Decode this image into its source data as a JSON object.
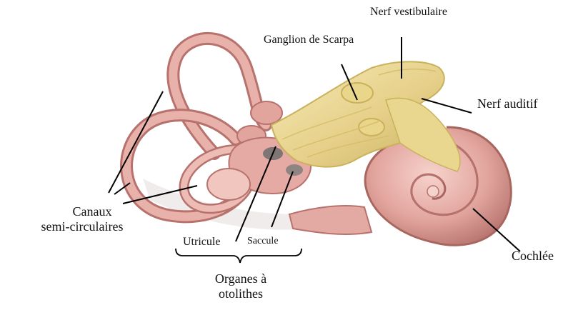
{
  "labels": {
    "nerf_vestibulaire": "Nerf  vestibulaire",
    "ganglion_scarpa": "Ganglion de Scarpa",
    "nerf_auditif": "Nerf auditif",
    "canaux_line1": "Canaux",
    "canaux_line2": "semi-circulaires",
    "utricule": "Utricule",
    "saccule": "Saccule",
    "organes_line1": "Organes à",
    "organes_line2": "otolithes",
    "cochlee": "Cochlée"
  },
  "colors": {
    "membrane": "#e3a9a3",
    "membrane_light": "#f1c9c2",
    "membrane_dark": "#b8726d",
    "nerve": "#e8d487",
    "nerve_light": "#f4e7ae",
    "nerve_dark": "#c9b25b",
    "line": "#000000"
  }
}
